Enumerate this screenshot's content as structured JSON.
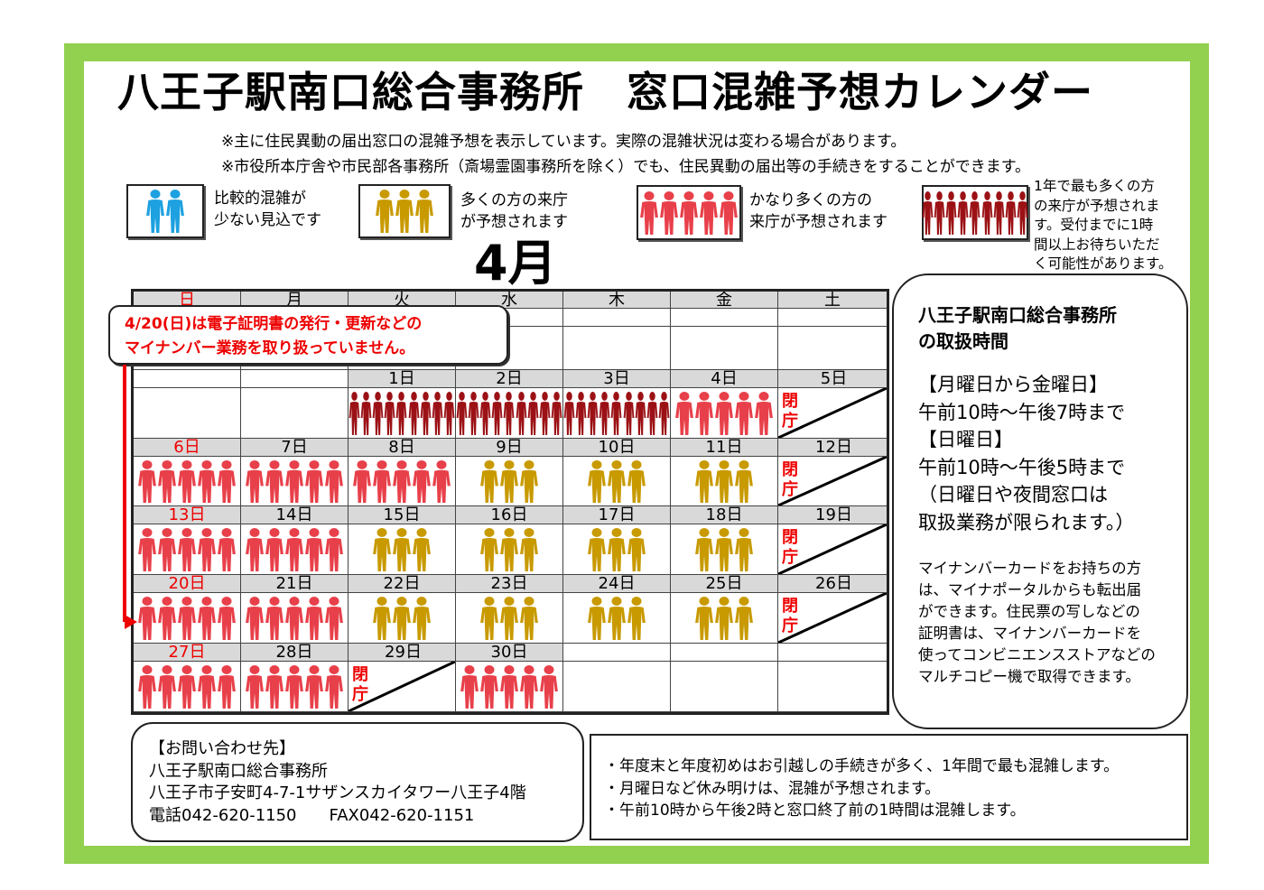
{
  "title": "八王子駅南口総合事務所　窓口混雑予想カレンダー",
  "notes": [
    "※主に住民異動の届出窓口の混雑予想を表示しています。実際の混雑状況は変わる場合があります。",
    "※市役所本庁舎や市民部各事務所（斎場霊園事務所を除く）でも、住民異動の届出等の手続きをすることができます。"
  ],
  "colors": {
    "frame": "#92d050",
    "level1": "#1da1e0",
    "level2": "#c89a00",
    "level3": "#e8404a",
    "level4": "#9b1115",
    "closed": "#e00000"
  },
  "legend": [
    {
      "level": 1,
      "icon": "person-icon",
      "count": 2,
      "lines": [
        "比較的混雑が",
        "少ない見込です"
      ]
    },
    {
      "level": 2,
      "icon": "person-icon",
      "count": 3,
      "lines": [
        "多くの方の来庁",
        "が予想されます"
      ]
    },
    {
      "level": 3,
      "icon": "person-icon",
      "count": 5,
      "lines": [
        "かなり多くの方の",
        "来庁が予想されます"
      ]
    },
    {
      "level": 4,
      "icon": "person-icon",
      "count": 9,
      "lines": [
        "1年で最も多くの方",
        "の来庁が予想されま",
        "す。受付までに1時",
        "間以上お待ちいただ",
        "く可能性があります。"
      ]
    }
  ],
  "month": "4月",
  "weekdays": [
    "日",
    "月",
    "火",
    "水",
    "木",
    "金",
    "土"
  ],
  "closed_label": "閉庁",
  "weeks": [
    [
      null,
      null,
      null,
      null,
      null,
      null,
      null
    ],
    [
      null,
      null,
      {
        "date": "1日",
        "level": 4
      },
      {
        "date": "2日",
        "level": 4
      },
      {
        "date": "3日",
        "level": 4
      },
      {
        "date": "4日",
        "level": 3
      },
      {
        "date": "5日",
        "closed": true
      }
    ],
    [
      {
        "date": "6日",
        "level": 3
      },
      {
        "date": "7日",
        "level": 3
      },
      {
        "date": "8日",
        "level": 3
      },
      {
        "date": "9日",
        "level": 2
      },
      {
        "date": "10日",
        "level": 2
      },
      {
        "date": "11日",
        "level": 2
      },
      {
        "date": "12日",
        "closed": true
      }
    ],
    [
      {
        "date": "13日",
        "level": 3
      },
      {
        "date": "14日",
        "level": 3
      },
      {
        "date": "15日",
        "level": 2
      },
      {
        "date": "16日",
        "level": 2
      },
      {
        "date": "17日",
        "level": 2
      },
      {
        "date": "18日",
        "level": 2
      },
      {
        "date": "19日",
        "closed": true
      }
    ],
    [
      {
        "date": "20日",
        "level": 3
      },
      {
        "date": "21日",
        "level": 3
      },
      {
        "date": "22日",
        "level": 2
      },
      {
        "date": "23日",
        "level": 2
      },
      {
        "date": "24日",
        "level": 2
      },
      {
        "date": "25日",
        "level": 2
      },
      {
        "date": "26日",
        "closed": true
      }
    ],
    [
      {
        "date": "27日",
        "level": 3
      },
      {
        "date": "28日",
        "level": 3
      },
      {
        "date": "29日",
        "closed": true
      },
      {
        "date": "30日",
        "level": 3
      },
      null,
      null,
      null
    ]
  ],
  "callout": [
    "4/20(日)は電子証明書の発行・更新などの",
    "マイナンバー業務を取り扱っていません。"
  ],
  "hours": {
    "title": [
      "八王子駅南口総合事務所",
      "の取扱時間"
    ],
    "lines": [
      "【月曜日から金曜日】",
      "午前10時～午後7時まで",
      "【日曜日】",
      "午前10時～午後5時まで",
      "（日曜日や夜間窓口は",
      "取扱業務が限られます。）"
    ],
    "mynumber": [
      "マイナンバーカードをお持ちの方",
      "は、マイナポータルからも転出届",
      "ができます。住民票の写しなどの",
      "証明書は、マイナンバーカードを",
      "使ってコンビニエンスストアなどの",
      "マルチコピー機で取得できます。"
    ]
  },
  "contact": [
    "【お問い合わせ先】",
    "八王子駅南口総合事務所",
    "八王子市子安町4-7-1サザンスカイタワー八王子4階",
    "電話042-620-1150　　FAX042-620-1151"
  ],
  "tips": [
    "・年度末と年度初めはお引越しの手続きが多く、1年間で最も混雑します。",
    "・月曜日など休み明けは、混雑が予想されます。",
    "・午前10時から午後2時と窓口終了前の1時間は混雑します。"
  ]
}
